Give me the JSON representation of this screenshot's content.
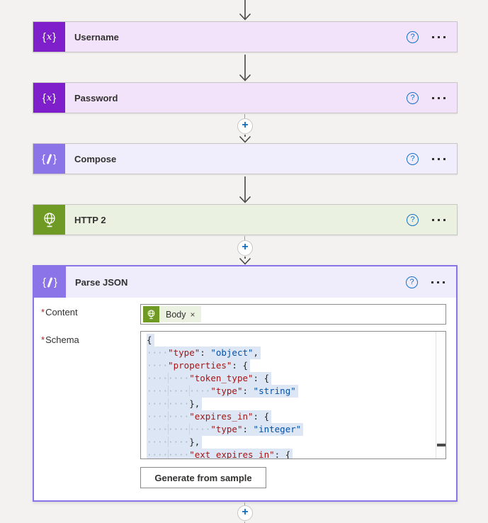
{
  "workflow": {
    "actions": [
      {
        "label": "Username",
        "type": "variable"
      },
      {
        "label": "Password",
        "type": "variable"
      },
      {
        "label": "Compose",
        "type": "data-operation"
      },
      {
        "label": "HTTP 2",
        "type": "http"
      }
    ]
  },
  "parse_json_card": {
    "title": "Parse JSON",
    "required_marker": "*",
    "content": {
      "label": "Content",
      "token": {
        "label": "Body",
        "remove_glyph": "×",
        "icon": "globe-icon"
      }
    },
    "schema": {
      "label": "Schema",
      "lines": [
        "{",
        "    \"type\": \"object\",",
        "    \"properties\": {",
        "        \"token_type\": {",
        "            \"type\": \"string\"",
        "        },",
        "        \"expires_in\": {",
        "            \"type\": \"integer\"",
        "        },",
        "        \"ext_expires_in\": {"
      ]
    },
    "generate_button_label": "Generate from sample"
  },
  "glyphs": {
    "help": "?",
    "add": "+",
    "brace_open": "{",
    "brace_close": "}",
    "variable_x": "x"
  },
  "colors": {
    "variable_icon": "#7f1fcb",
    "variable_bar_bg": "#f2e3fa",
    "data_operation_icon": "#8b74e8",
    "data_operation_bar_bg": "#f0edfc",
    "http_icon": "#6f9a23",
    "http_bar_bg": "#ebf1e1",
    "card_border": "#8b74e8",
    "card_header_bg": "#efecfc",
    "help_blue": "#1570c8",
    "add_blue": "#0f6cbd",
    "code_key": "#a31515",
    "code_value": "#0451a5",
    "code_selection_bg": "#dce6f4"
  }
}
